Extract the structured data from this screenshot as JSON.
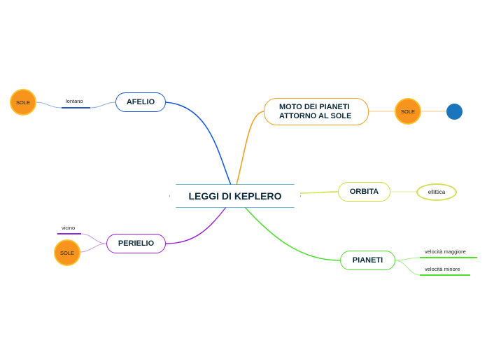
{
  "central": {
    "label": "LEGGI DI KEPLERO",
    "color": "#3aa0d8"
  },
  "afelio": {
    "label": "AFELIO",
    "color": "#1a5ce0",
    "leaf": "lontano",
    "leaf_color": "#2a55c0",
    "circle": "SOLE"
  },
  "perielio": {
    "label": "PERIELIO",
    "color": "#9a1ed4",
    "leaf": "vicino",
    "leaf_color": "#8a2be2",
    "circle": "SOLE"
  },
  "moto": {
    "label_lines": [
      "MOTO DEI PIANETI",
      "ATTORNO AL SOLE"
    ],
    "color": "#f5a020",
    "circle": "SOLE",
    "dot_color": "#1a75bc"
  },
  "orbita": {
    "label": "ORBITA",
    "color": "#cde03a",
    "leaf": "ellittica"
  },
  "pianeti": {
    "label": "PIANETI",
    "color": "#4ce02a",
    "leaves": [
      "velocità maggiore",
      "velocità minore"
    ]
  }
}
